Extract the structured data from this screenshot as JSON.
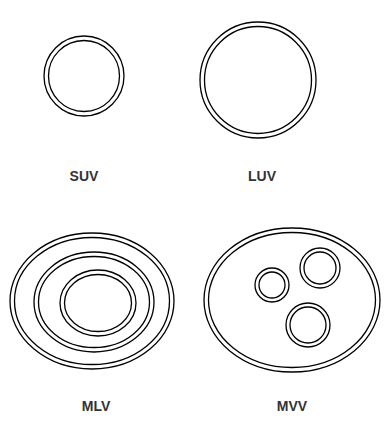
{
  "diagram": {
    "labels": [
      "SUV",
      "LUV",
      "MLV",
      "MVV"
    ]
  }
}
